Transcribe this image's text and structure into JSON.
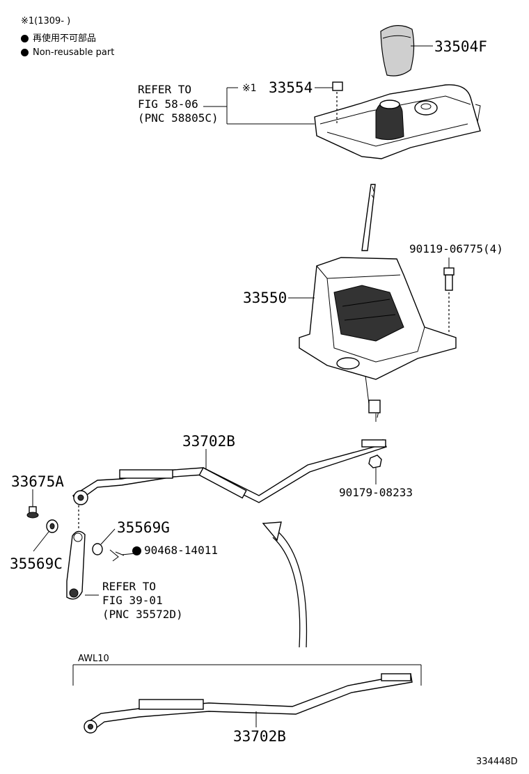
{
  "legend": {
    "note_range": "※1(1309-      )",
    "non_reusable_jp": "再使用不可部品",
    "non_reusable_en": "Non-reusable part"
  },
  "refs": {
    "upper_line1": "REFER TO",
    "upper_line2": "FIG 58-06",
    "upper_line3": "(PNC 58805C)",
    "lower_line1": "REFER TO",
    "lower_line2": "FIG 39-01",
    "lower_line3": "(PNC 35572D)"
  },
  "parts": {
    "knob": "33504F",
    "clip_mark": "※1",
    "clip": "33554",
    "bolt_a": "90119-06775(4)",
    "shift_lever": "33550",
    "cable": "33702B",
    "bolt_b": "90179-08233",
    "pin": "33675A",
    "bushing_a": "35569G",
    "clip_b": "90468-14011",
    "bushing_b": "35569C",
    "cable_alt": "33702B"
  },
  "variant_box": {
    "label": "AWL10"
  },
  "figure_id": "334448D"
}
